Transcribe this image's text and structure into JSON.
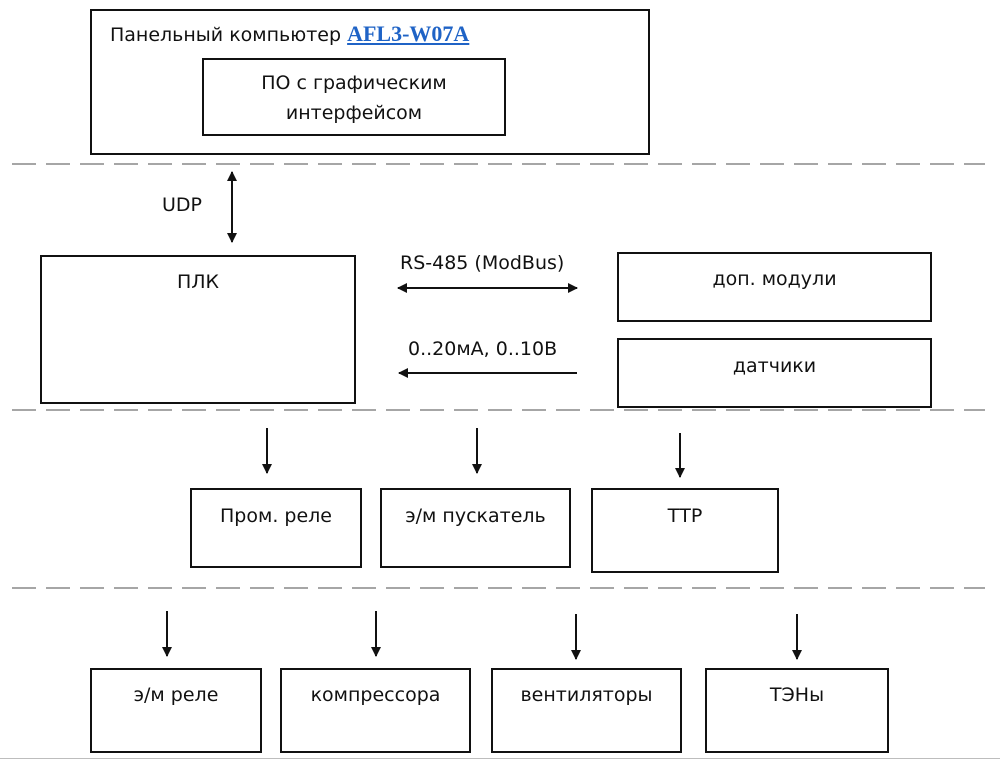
{
  "panel_pc": {
    "title_prefix": "Панельный компьютер ",
    "model_link": "AFL3-W07A",
    "software_line1": "ПО с графическим",
    "software_line2": "интерфейсом"
  },
  "connections": {
    "udp": "UDP",
    "rs485": "RS-485 (ModBus)",
    "analog": "0..20мА, 0..10В"
  },
  "plc": {
    "label": "ПЛК"
  },
  "modules": {
    "extra_modules": "доп. модули",
    "sensors": "датчики"
  },
  "switching_devices": [
    "Пром. реле",
    "э/м пускатель",
    "ТТР"
  ],
  "actuators": [
    "э/м реле",
    "компрессора",
    "вентиляторы",
    "ТЭНы"
  ],
  "colors": {
    "link": "#1f63c6",
    "line": "#111111",
    "dashed": "#a6a6a6"
  }
}
